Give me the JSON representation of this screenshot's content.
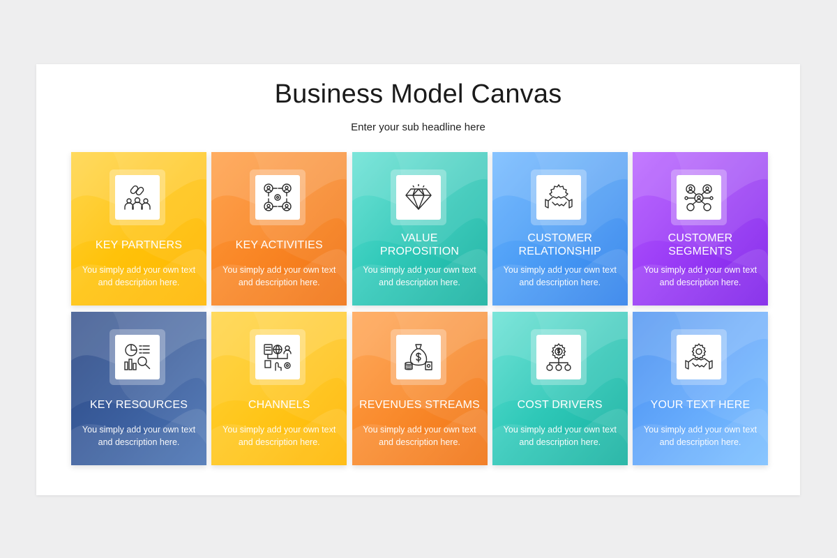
{
  "title": "Business Model Canvas",
  "subtitle": "Enter your sub headline here",
  "cards": [
    {
      "title": "KEY PARTNERS",
      "desc": "You simply add your own text and description here.",
      "icon": "partnership-chain-people-icon",
      "colors": [
        "#ffd23a",
        "#ffc20a",
        "#ffb600"
      ]
    },
    {
      "title": "KEY ACTIVITIES",
      "desc": "You simply add your own text and description here.",
      "icon": "team-network-gear-icon",
      "colors": [
        "#ff9a3d",
        "#f98625",
        "#f07212"
      ]
    },
    {
      "title": "VALUE PROPOSITION",
      "desc": "You simply add your own text and description here.",
      "icon": "diamond-icon",
      "colors": [
        "#5fe0d2",
        "#2fc8b8",
        "#16b09f"
      ]
    },
    {
      "title": "CUSTOMER RELATIONSHIP",
      "desc": "You simply add your own text and description here.",
      "icon": "handshake-gear-icon",
      "colors": [
        "#6cb6ff",
        "#4b9cf5",
        "#2f80ea"
      ]
    },
    {
      "title": "CUSTOMER SEGMENTS",
      "desc": "You simply add your own text and description here.",
      "icon": "customer-network-icon",
      "colors": [
        "#b65cff",
        "#9a3cf6",
        "#7d1fe8"
      ]
    },
    {
      "title": "KEY RESOURCES",
      "desc": "You simply add your own text and description here.",
      "icon": "analytics-chart-search-icon",
      "colors": [
        "#2d4a86",
        "#3a5d9c",
        "#4a74b4"
      ]
    },
    {
      "title": "CHANNELS",
      "desc": "You simply add your own text and description here.",
      "icon": "channels-globe-icon",
      "colors": [
        "#ffd23a",
        "#ffc61a",
        "#ffb600"
      ]
    },
    {
      "title": "REVENUES STREAMS",
      "desc": "You simply add your own text and description here.",
      "icon": "money-bag-icon",
      "colors": [
        "#ffa04a",
        "#f98a2c",
        "#f07212"
      ]
    },
    {
      "title": "COST DRIVERS",
      "desc": "You simply add your own text and description here.",
      "icon": "cost-gear-dollar-icon",
      "colors": [
        "#5fe0d2",
        "#2fc8b8",
        "#16b09f"
      ]
    },
    {
      "title": "YOUR TEXT HERE",
      "desc": "You simply add your own text and description here.",
      "icon": "handshake-gear-icon-2",
      "colors": [
        "#4a90f0",
        "#63a8fb",
        "#7cc0ff"
      ]
    }
  ]
}
